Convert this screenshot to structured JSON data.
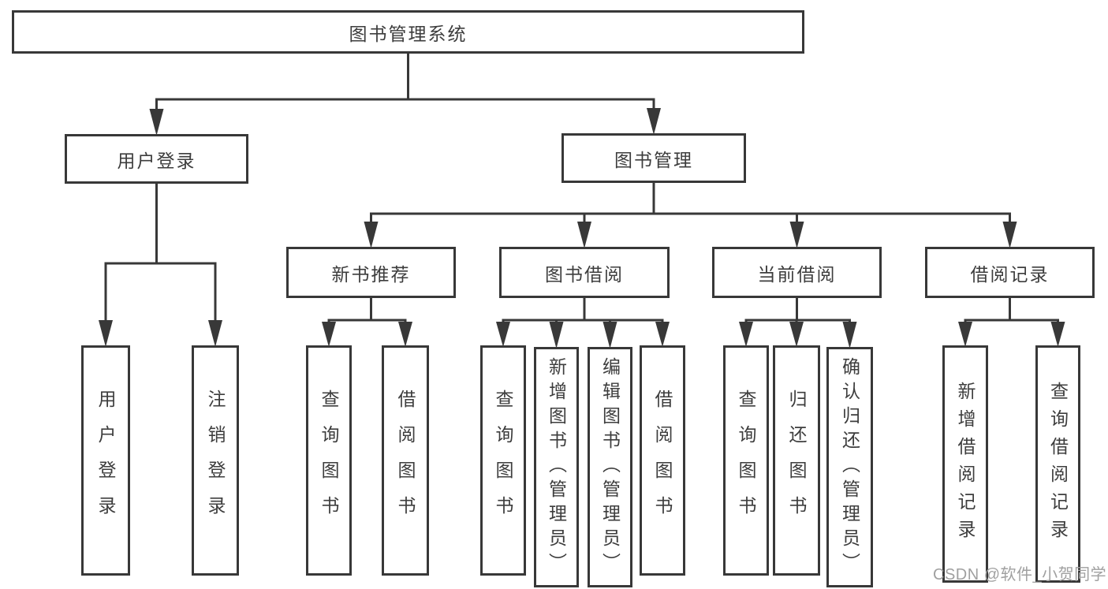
{
  "diagram": {
    "title": "图书管理系统",
    "type": "hierarchy-tree",
    "nodes": [
      {
        "id": "root",
        "label": "图书管理系统",
        "level": 1,
        "parent": null
      },
      {
        "id": "user-login",
        "label": "用户登录",
        "level": 2,
        "parent": "root"
      },
      {
        "id": "book-mgmt",
        "label": "图书管理",
        "level": 2,
        "parent": "root"
      },
      {
        "id": "new-book-rec",
        "label": "新书推荐",
        "level": 3,
        "parent": "book-mgmt"
      },
      {
        "id": "book-borrow",
        "label": "图书借阅",
        "level": 3,
        "parent": "book-mgmt"
      },
      {
        "id": "current-borrow",
        "label": "当前借阅",
        "level": 3,
        "parent": "book-mgmt"
      },
      {
        "id": "borrow-records",
        "label": "借阅记录",
        "level": 3,
        "parent": "book-mgmt"
      },
      {
        "id": "user-login-item",
        "label": "用户登录",
        "level": 4,
        "parent": "user-login"
      },
      {
        "id": "logout-item",
        "label": "注销登录",
        "level": 4,
        "parent": "user-login"
      },
      {
        "id": "rec-query-books",
        "label": "查询图书",
        "level": 4,
        "parent": "new-book-rec"
      },
      {
        "id": "rec-borrow-books",
        "label": "借阅图书",
        "level": 4,
        "parent": "new-book-rec"
      },
      {
        "id": "borrow-query-books",
        "label": "查询图书",
        "level": 4,
        "parent": "book-borrow"
      },
      {
        "id": "borrow-add-books",
        "label": "新增图书（管理员）",
        "level": 4,
        "parent": "book-borrow"
      },
      {
        "id": "borrow-edit-books",
        "label": "编辑图书（管理员）",
        "level": 4,
        "parent": "book-borrow"
      },
      {
        "id": "borrow-borrow-books",
        "label": "借阅图书",
        "level": 4,
        "parent": "book-borrow"
      },
      {
        "id": "cur-query-books",
        "label": "查询图书",
        "level": 4,
        "parent": "current-borrow"
      },
      {
        "id": "cur-return-books",
        "label": "归还图书",
        "level": 4,
        "parent": "current-borrow"
      },
      {
        "id": "cur-confirm-return",
        "label": "确认归还（管理员）",
        "level": 4,
        "parent": "current-borrow"
      },
      {
        "id": "rec-add-record",
        "label": "新增借阅记录",
        "level": 4,
        "parent": "borrow-records"
      },
      {
        "id": "rec-query-record",
        "label": "查询借阅记录",
        "level": 4,
        "parent": "borrow-records"
      }
    ]
  },
  "watermark": {
    "text": "CSDN @软件_小贺同学"
  },
  "colors": {
    "line": "#383838",
    "text": "#3d3d3d",
    "background": "#ffffff",
    "watermark": "#a0a0a0"
  }
}
